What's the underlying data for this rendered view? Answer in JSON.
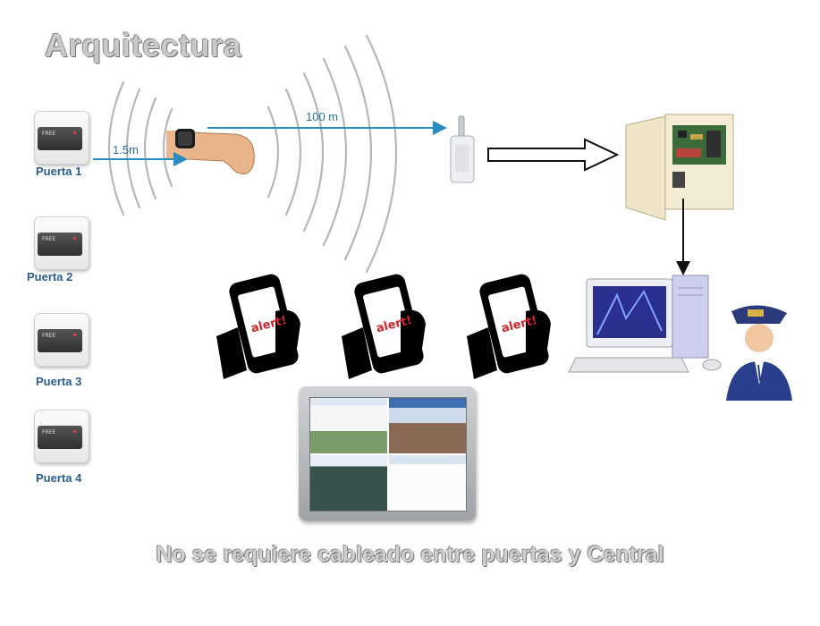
{
  "title": "Arquitectura",
  "footer": "No se requiere cableado entre puertas y Central",
  "doors": [
    "Puerta 1",
    "Puerta 2",
    "Puerta 3",
    "Puerta 4"
  ],
  "reader_brand": "FREE",
  "distances": {
    "short": "1.5m",
    "long": "100 m"
  },
  "alert_text": "alert!",
  "colors": {
    "arrow_blue": "#2a8bc0",
    "label_blue": "#2a5d8f",
    "alert_red": "#d8252a"
  },
  "icons": [
    "wristband-icon",
    "antenna-icon",
    "control-panel-icon",
    "computer-icon",
    "guard-icon",
    "phone-alert-icon",
    "tablet-icon"
  ]
}
